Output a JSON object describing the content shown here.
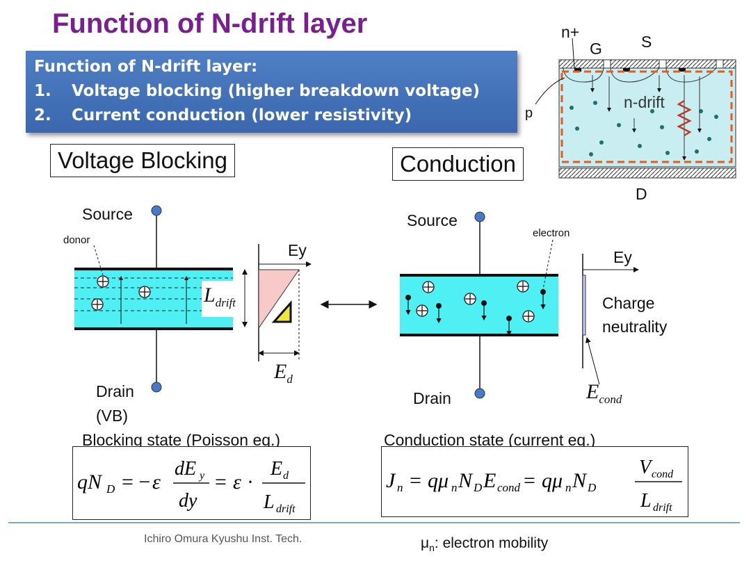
{
  "title": "Function of N-drift layer",
  "summary": {
    "heading": "Function of N-drift layer:",
    "items": [
      {
        "num": "1.",
        "text": "Voltage blocking (higher breakdown voltage)"
      },
      {
        "num": "2.",
        "text": "Current conduction (lower resistivity)"
      }
    ]
  },
  "device": {
    "labels": {
      "nplus": "n+",
      "gate": "G",
      "source": "S",
      "p": "p",
      "ndrift": "n-drift",
      "drain": "D"
    }
  },
  "blocking": {
    "box_label": "Voltage Blocking",
    "source": "Source",
    "donor": "donor",
    "ey": "Ey",
    "l_main": "L",
    "l_sub": "drift",
    "e_main": "E",
    "e_sub": "d",
    "drain": "Drain",
    "drain_sub": "(VB)",
    "state": "Blocking state (Poisson eq.)"
  },
  "conduction": {
    "box_label": "Conduction",
    "source": "Source",
    "electron": "electron",
    "ey": "Ey",
    "charge1": "Charge",
    "charge2": "neutrality",
    "e_main": "E",
    "e_sub": "cond",
    "drain": "Drain",
    "state": "Conduction state (current eq.)"
  },
  "footer": {
    "left": "Ichiro Omura Kyushu Inst. Tech.",
    "mu": "μ",
    "mu_sub": "n",
    "right": ": electron mobility"
  }
}
